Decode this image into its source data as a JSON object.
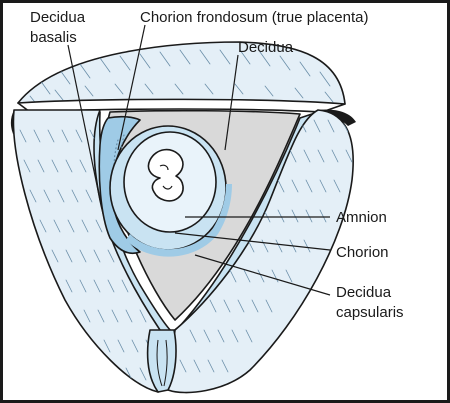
{
  "colors": {
    "tissue": "#e4eff7",
    "decidua": "#c9e3f2",
    "decidua_deep": "#9fcbe6",
    "cavity": "#d9d9d9",
    "sac": "#e9f3fa",
    "outline": "#1a1a1a",
    "frame": "#1a1a1a"
  },
  "labels": {
    "decidua_basalis_line1": "Decidua",
    "decidua_basalis_line2": "basalis",
    "chorion_frondosum": "Chorion frondosum (true placenta)",
    "decidua": "Decidua",
    "amnion": "Amnion",
    "chorion": "Chorion",
    "decidua_capsularis_line1": "Decidua",
    "decidua_capsularis_line2": "capsularis"
  }
}
